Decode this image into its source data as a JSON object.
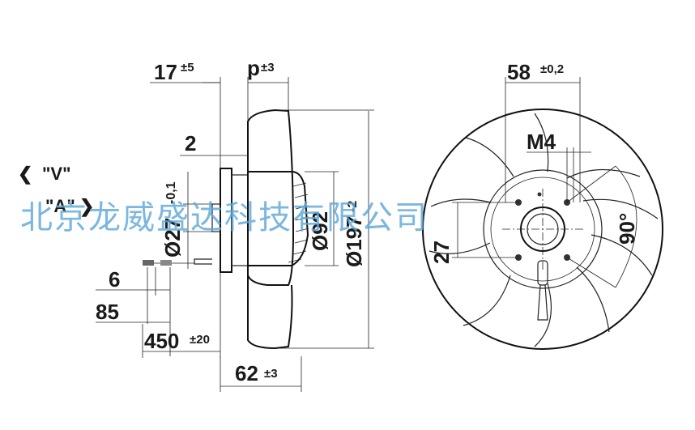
{
  "dimensions": {
    "d17": "17",
    "d17_tol": "±5",
    "dp": "p",
    "dp_tol": "±3",
    "d2": "2",
    "d27": "Ø27",
    "d27_tol": "-0,1",
    "d92": "Ø92",
    "d197": "Ø197",
    "d197_tol": "-2",
    "d6": "6",
    "d85": "85",
    "d450": "450",
    "d450_tol": "±20",
    "d62": "62",
    "d62_tol": "±3",
    "d58": "58",
    "d58_tol": "±0,2",
    "dM4": "M4",
    "d27b": "27",
    "d90": "90°"
  },
  "rotation": {
    "v_label": "\"V\"",
    "a_label": "\"A\""
  },
  "watermark": "北京龙威盛达科技有限公司"
}
